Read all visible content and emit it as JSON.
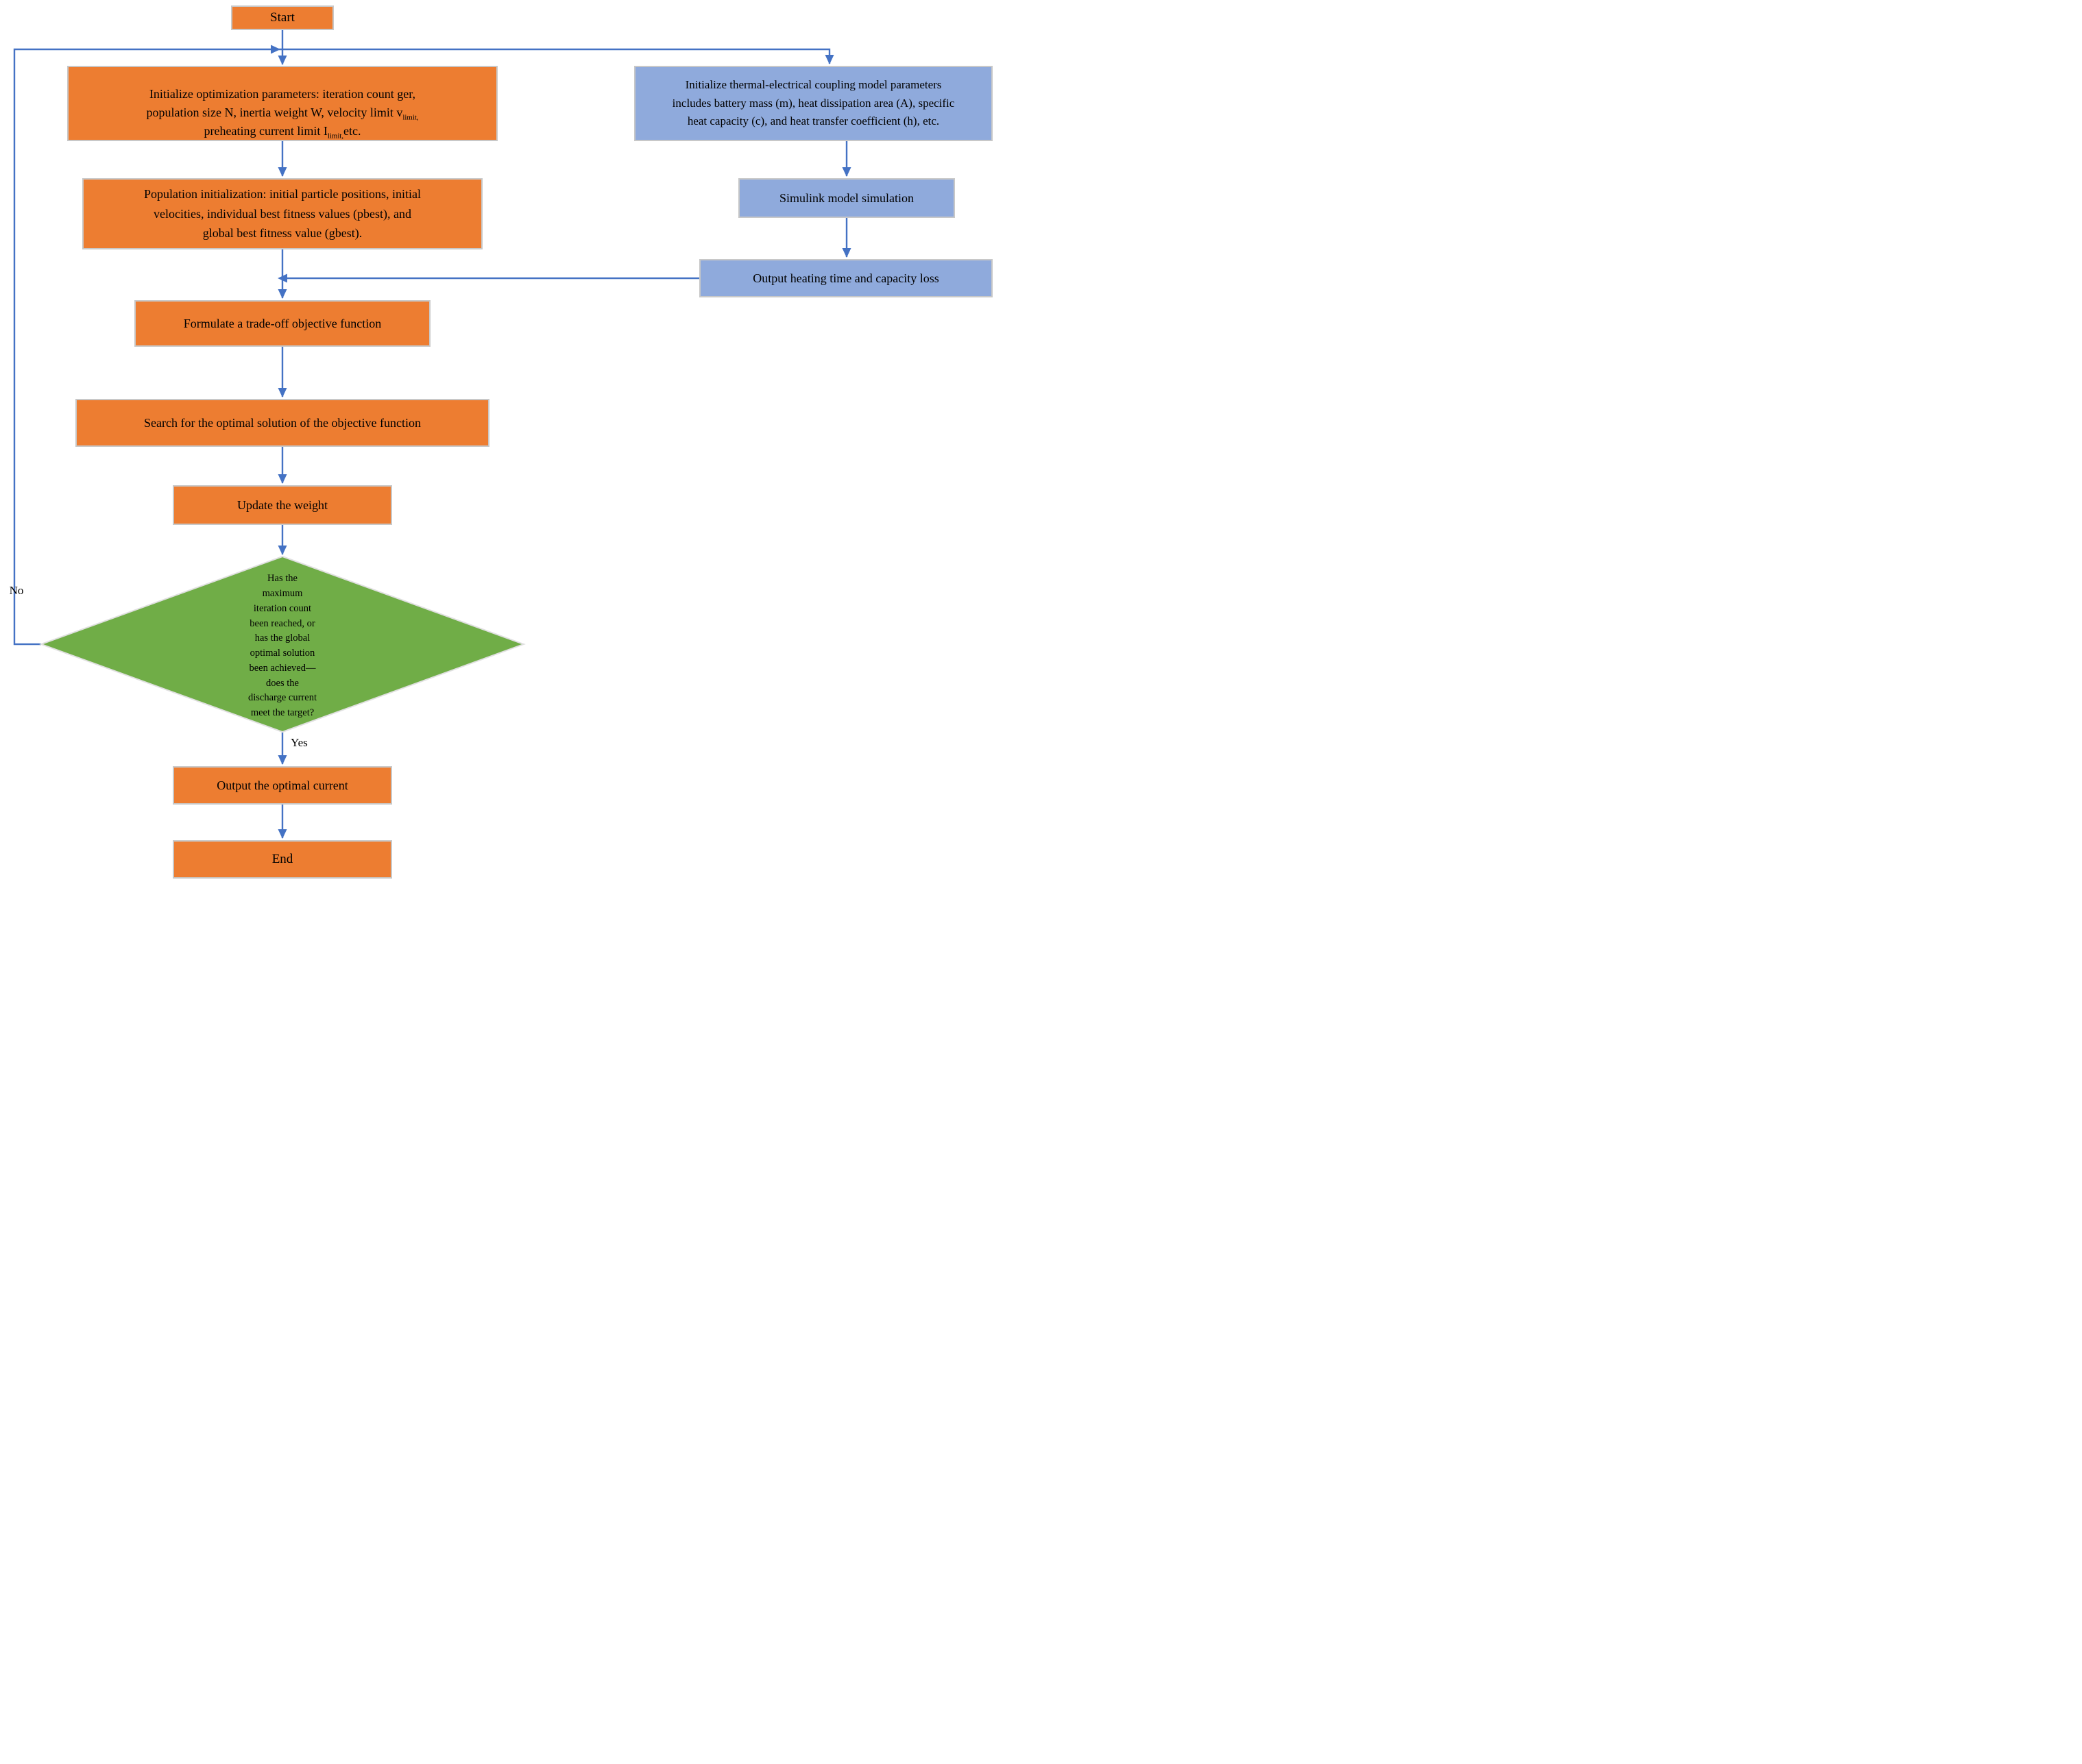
{
  "colors": {
    "process_fill": "#ED7D31",
    "model_fill": "#8FAADC",
    "decision_fill": "#70AD47",
    "connector": "#4472C4",
    "box_border": "#C8C8C8",
    "text": "#000000"
  },
  "nodes": {
    "start": {
      "label": "Start"
    },
    "init_params": {
      "p1": "Initialize optimization parameters: iteration count ger,\npopulation size N, inertia weight W, velocity limit v",
      "sub1": "limit,",
      "p2": "\npreheating current limit I",
      "sub2": "limit,",
      "p3": "etc."
    },
    "population_init": {
      "label": "Population initialization: initial particle positions, initial\nvelocities, individual best fitness values (pbest), and\nglobal best fitness value (gbest)."
    },
    "formulate": {
      "label": "Formulate a trade-off objective function"
    },
    "search": {
      "label": "Search for the optimal solution of the objective function"
    },
    "update_weight": {
      "label": "Update the weight"
    },
    "decision": {
      "label": "Has the\nmaximum\niteration count\nbeen reached, or\nhas the global\noptimal solution\nbeen achieved—\ndoes the\ndischarge current\nmeet the target?"
    },
    "output_current": {
      "label": "Output the optimal current"
    },
    "end": {
      "label": "End"
    },
    "init_model": {
      "label": "Initialize thermal-electrical coupling model parameters\nincludes battery mass (m), heat dissipation area (A), specific\nheat capacity (c), and heat transfer coefficient (h), etc."
    },
    "simulink": {
      "label": "Simulink model simulation"
    },
    "output_heating": {
      "label": "Output heating time and capacity loss"
    }
  },
  "edge_labels": {
    "yes": "Yes",
    "no": "No"
  }
}
